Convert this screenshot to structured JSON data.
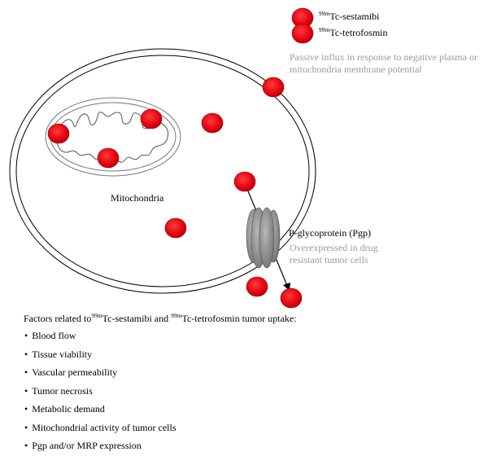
{
  "legend": {
    "tracer1_sup": "99m",
    "tracer1_name": "Tc-sestamibi",
    "tracer2_sup": "99m",
    "tracer2_name": "Tc-tetrofosmin"
  },
  "passive_note": "Passive influx in response to negative plasma or mitochondria membrane potential",
  "mitochondria_label": "Mitochondria",
  "pgp_label": "P-glycoprotein (Pgp)",
  "pgp_note": "Overexpressed in drug resistant tumor cells",
  "factors": {
    "title_pre": "Factors related to",
    "title_sup1": "99m",
    "title_mid": "Tc-sestamibi and ",
    "title_sup2": "99m",
    "title_post": "Tc-tetrofosmin tumor uptake:",
    "items": [
      "Blood flow",
      "Tissue viability",
      "Vascular permeability",
      "Tumor necrosis",
      "Metabolic demand",
      "Mitochondrial activity of tumor cells",
      "Pgp and/or MRP expression"
    ]
  },
  "colors": {
    "tracer_red": "#e3000f",
    "pgp_grey": "#8c8c8c",
    "note_grey": "#9a9a9a"
  }
}
